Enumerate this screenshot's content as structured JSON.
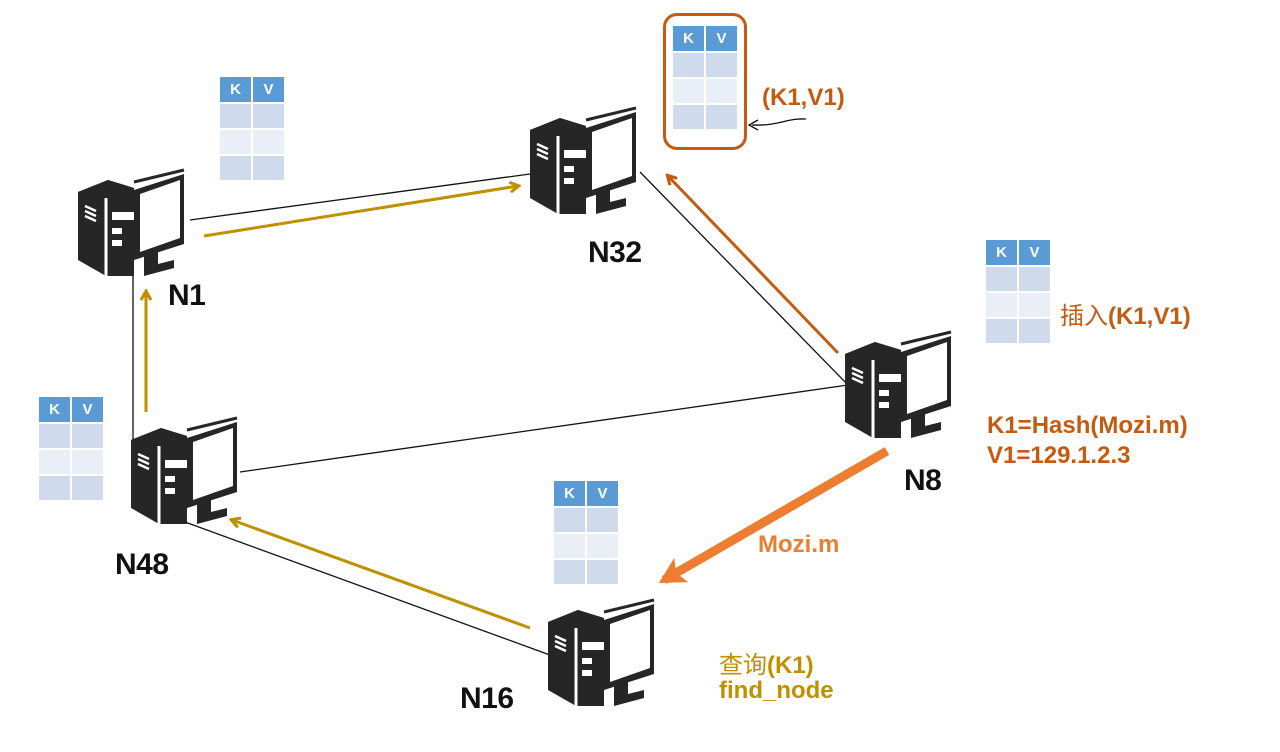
{
  "diagram": {
    "title": "",
    "nodes": [
      {
        "id": "N1",
        "label": "N1"
      },
      {
        "id": "N32",
        "label": "N32"
      },
      {
        "id": "N8",
        "label": "N8"
      },
      {
        "id": "N16",
        "label": "N16"
      },
      {
        "id": "N48",
        "label": "N48"
      }
    ],
    "kv_table": {
      "header_k": "K",
      "header_v": "V",
      "rows": 3
    },
    "edges": [
      {
        "from": "N1",
        "to": "N32",
        "style": "thin-black"
      },
      {
        "from": "N32",
        "to": "N8",
        "style": "thin-black"
      },
      {
        "from": "N8",
        "to": "N48",
        "style": "thin-black"
      },
      {
        "from": "N48",
        "to": "N16",
        "style": "thin-black"
      },
      {
        "from": "N48",
        "to": "N1",
        "style": "thin-black"
      }
    ],
    "arrows": [
      {
        "from": "N1",
        "to": "N32",
        "color": "#bf9000",
        "meaning": "query-hop"
      },
      {
        "from": "N16",
        "to": "N48",
        "color": "#bf9000",
        "meaning": "query-hop"
      },
      {
        "from": "N48",
        "to": "N1",
        "color": "#bf9000",
        "meaning": "query-hop"
      },
      {
        "from": "N8",
        "to": "N32",
        "color": "#c55a11",
        "meaning": "insert"
      },
      {
        "from": "N8",
        "to": "N16",
        "color": "#ed7d31",
        "meaning": "file",
        "label": "Mozi.m"
      }
    ],
    "annotations": {
      "stored_pair": "(K1,V1)",
      "insert_prefix": "插入",
      "insert_pair": "(K1,V1)",
      "key_def": "K1=Hash(Mozi.m)",
      "value_def": "V1=129.1.2.3",
      "file_label": "Mozi.m",
      "query_prefix": "查询",
      "query_arg": "(K1)",
      "query_method": "find_node"
    },
    "colors": {
      "insert": "#c55a11",
      "file": "#ed7d31",
      "query": "#bf9000",
      "kv_header": "#5b9bd5",
      "kv_row_dark": "#cfdbec",
      "kv_row_light": "#e9eef7",
      "server": "#262626"
    }
  }
}
